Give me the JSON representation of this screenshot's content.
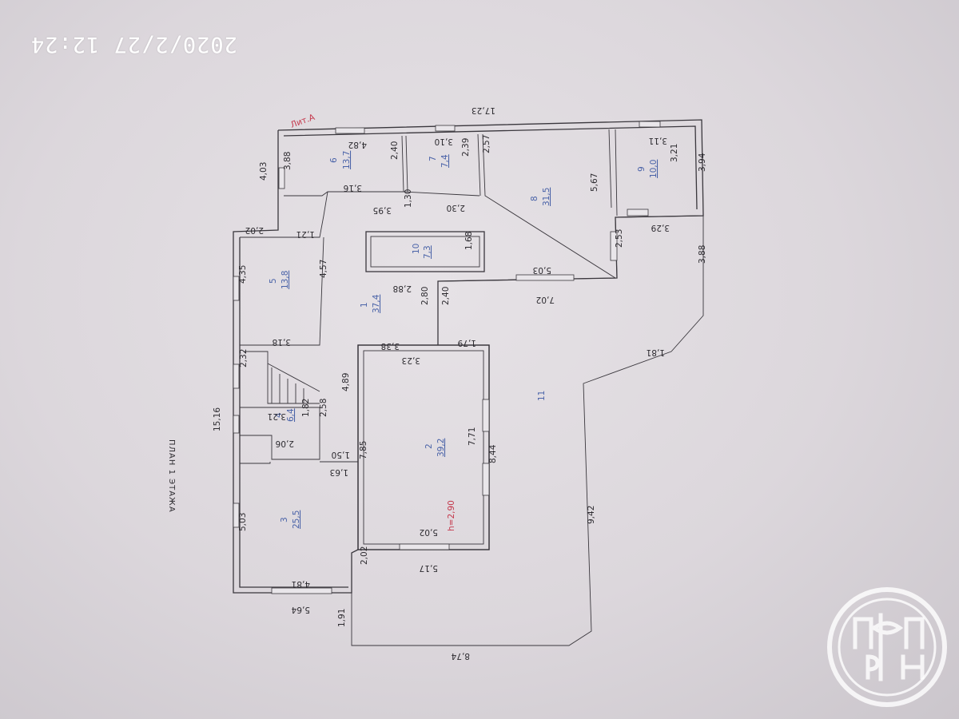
{
  "photo_timestamp": "2020/2/27  12:24",
  "plan_title": "ПЛАН 1 ЭТАЖА",
  "building_label": "Лит.А",
  "ceiling_height": "h=2,90",
  "logo_letters": "РФН",
  "rooms": [
    {
      "number": "1",
      "area": "37,4"
    },
    {
      "number": "2",
      "area": "39,2"
    },
    {
      "number": "3",
      "area": "25,5"
    },
    {
      "number": "4",
      "area": "6,4"
    },
    {
      "number": "5",
      "area": "13,8"
    },
    {
      "number": "6",
      "area": "13,7"
    },
    {
      "number": "7",
      "area": "7,4"
    },
    {
      "number": "8",
      "area": "31,5"
    },
    {
      "number": "9",
      "area": "10,0"
    },
    {
      "number": "10",
      "area": "7,3"
    },
    {
      "number": "11",
      "area": ""
    }
  ],
  "dimensions": {
    "top_overall": "17,23",
    "left_overall": "15,16",
    "r6_w": "4,82",
    "r6_h": "2,40",
    "r6_a": "3,16",
    "r6_b": "3,88",
    "r6_c": "4,03",
    "r7_w": "3,10",
    "r7_h": "2,39",
    "r7_a": "2,30",
    "r8_h": "2,57",
    "r8_a": "5,67",
    "r8_w": "5,03",
    "r8_b": "2,53",
    "r9_w": "3,11",
    "r9_h": "3,21",
    "r9_a": "3,29",
    "right_a": "3,94",
    "right_b": "3,88",
    "corr_a": "3,95",
    "corr_b": "1,30",
    "corr_c": "2,80",
    "corr_d": "2,40",
    "r10_w": "2,88",
    "r10_h": "1,68",
    "bal_a": "7,02",
    "bal_b": "1,79",
    "bal_c": "1,81",
    "r5_a": "2,02",
    "r5_b": "1,21",
    "r5_h": "4,35",
    "r5_c": "4,57",
    "r5_w": "3,18",
    "st_a": "2,32",
    "st_b": "3,38",
    "st_c": "3,23",
    "r4_a": "3,21",
    "r4_b": "1,82",
    "r4_c": "2,58",
    "r4_d": "2,06",
    "r4_e": "1,50",
    "r4_f": "1,63",
    "r2_a": "4,89",
    "r2_b": "7,85",
    "r2_c": "7,71",
    "r2_d": "8,44",
    "r2_w": "5,02",
    "r2_e": "5,17",
    "r3_h": "5,03",
    "r3_w": "4,81",
    "r3_bot": "5,64",
    "r3_a": "2,02",
    "terr_a": "1,91",
    "terr_b": "8,74",
    "terr_c": "9,42"
  }
}
